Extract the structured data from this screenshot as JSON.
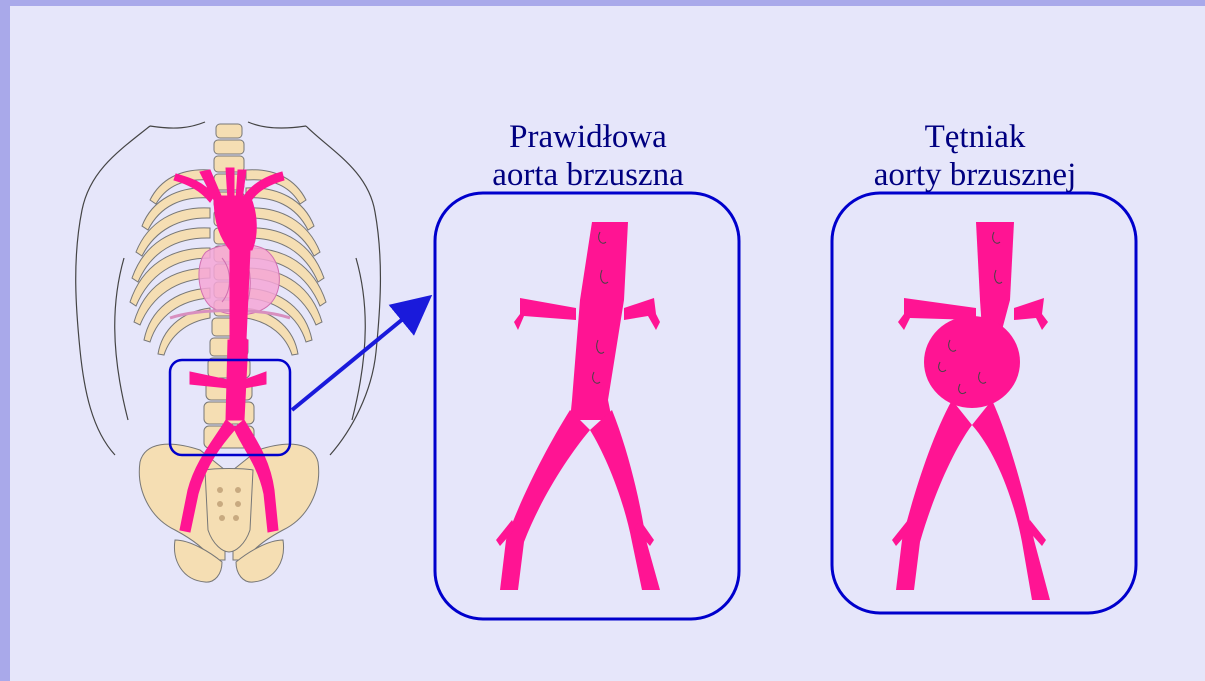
{
  "labels": {
    "normal_line1": "Prawidłowa",
    "normal_line2": "aorta brzuszna",
    "aneurysm_line1": "Tętniak",
    "aneurysm_line2": "aorty brzusznej"
  },
  "colors": {
    "background": "#e6e6fa",
    "frame": "#a9a9ea",
    "box_border": "#0000cc",
    "aorta": "#ff1493",
    "bone": "#f5deb3",
    "heart": "#f4a6d6",
    "label_text": "#000080"
  }
}
